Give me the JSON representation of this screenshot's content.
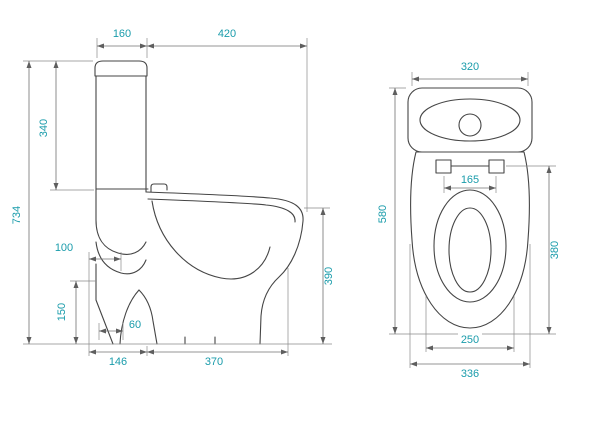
{
  "drawing": {
    "side_view": {
      "d160": "160",
      "d420": "420",
      "d340": "340",
      "d734": "734",
      "d100": "100",
      "d150": "150",
      "d60": "60",
      "d146": "146",
      "d370": "370",
      "d390": "390"
    },
    "top_view": {
      "d320": "320",
      "d580": "580",
      "d165": "165",
      "d380": "380",
      "d250": "250",
      "d336": "336"
    },
    "colors": {
      "dimension_text": "#1a9cab",
      "drawing_line": "#454545",
      "dimension_line": "#707070",
      "background": "#ffffff"
    }
  }
}
